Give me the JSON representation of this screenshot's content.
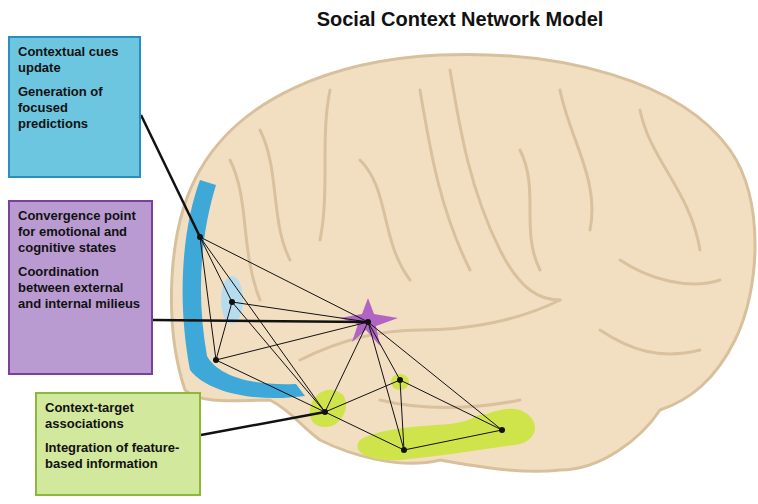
{
  "diagram": {
    "title": "Social Context Network Model",
    "nodes": [
      {
        "text": [
          "Contextual cues update",
          "Generation of focused predictions"
        ]
      },
      {
        "text": [
          "Convergence point for emotional and cognitive states",
          "Coordination between external and internal milieus"
        ]
      },
      {
        "text": [
          "Context-target associations",
          "Integration of feature-based information"
        ]
      }
    ]
  }
}
